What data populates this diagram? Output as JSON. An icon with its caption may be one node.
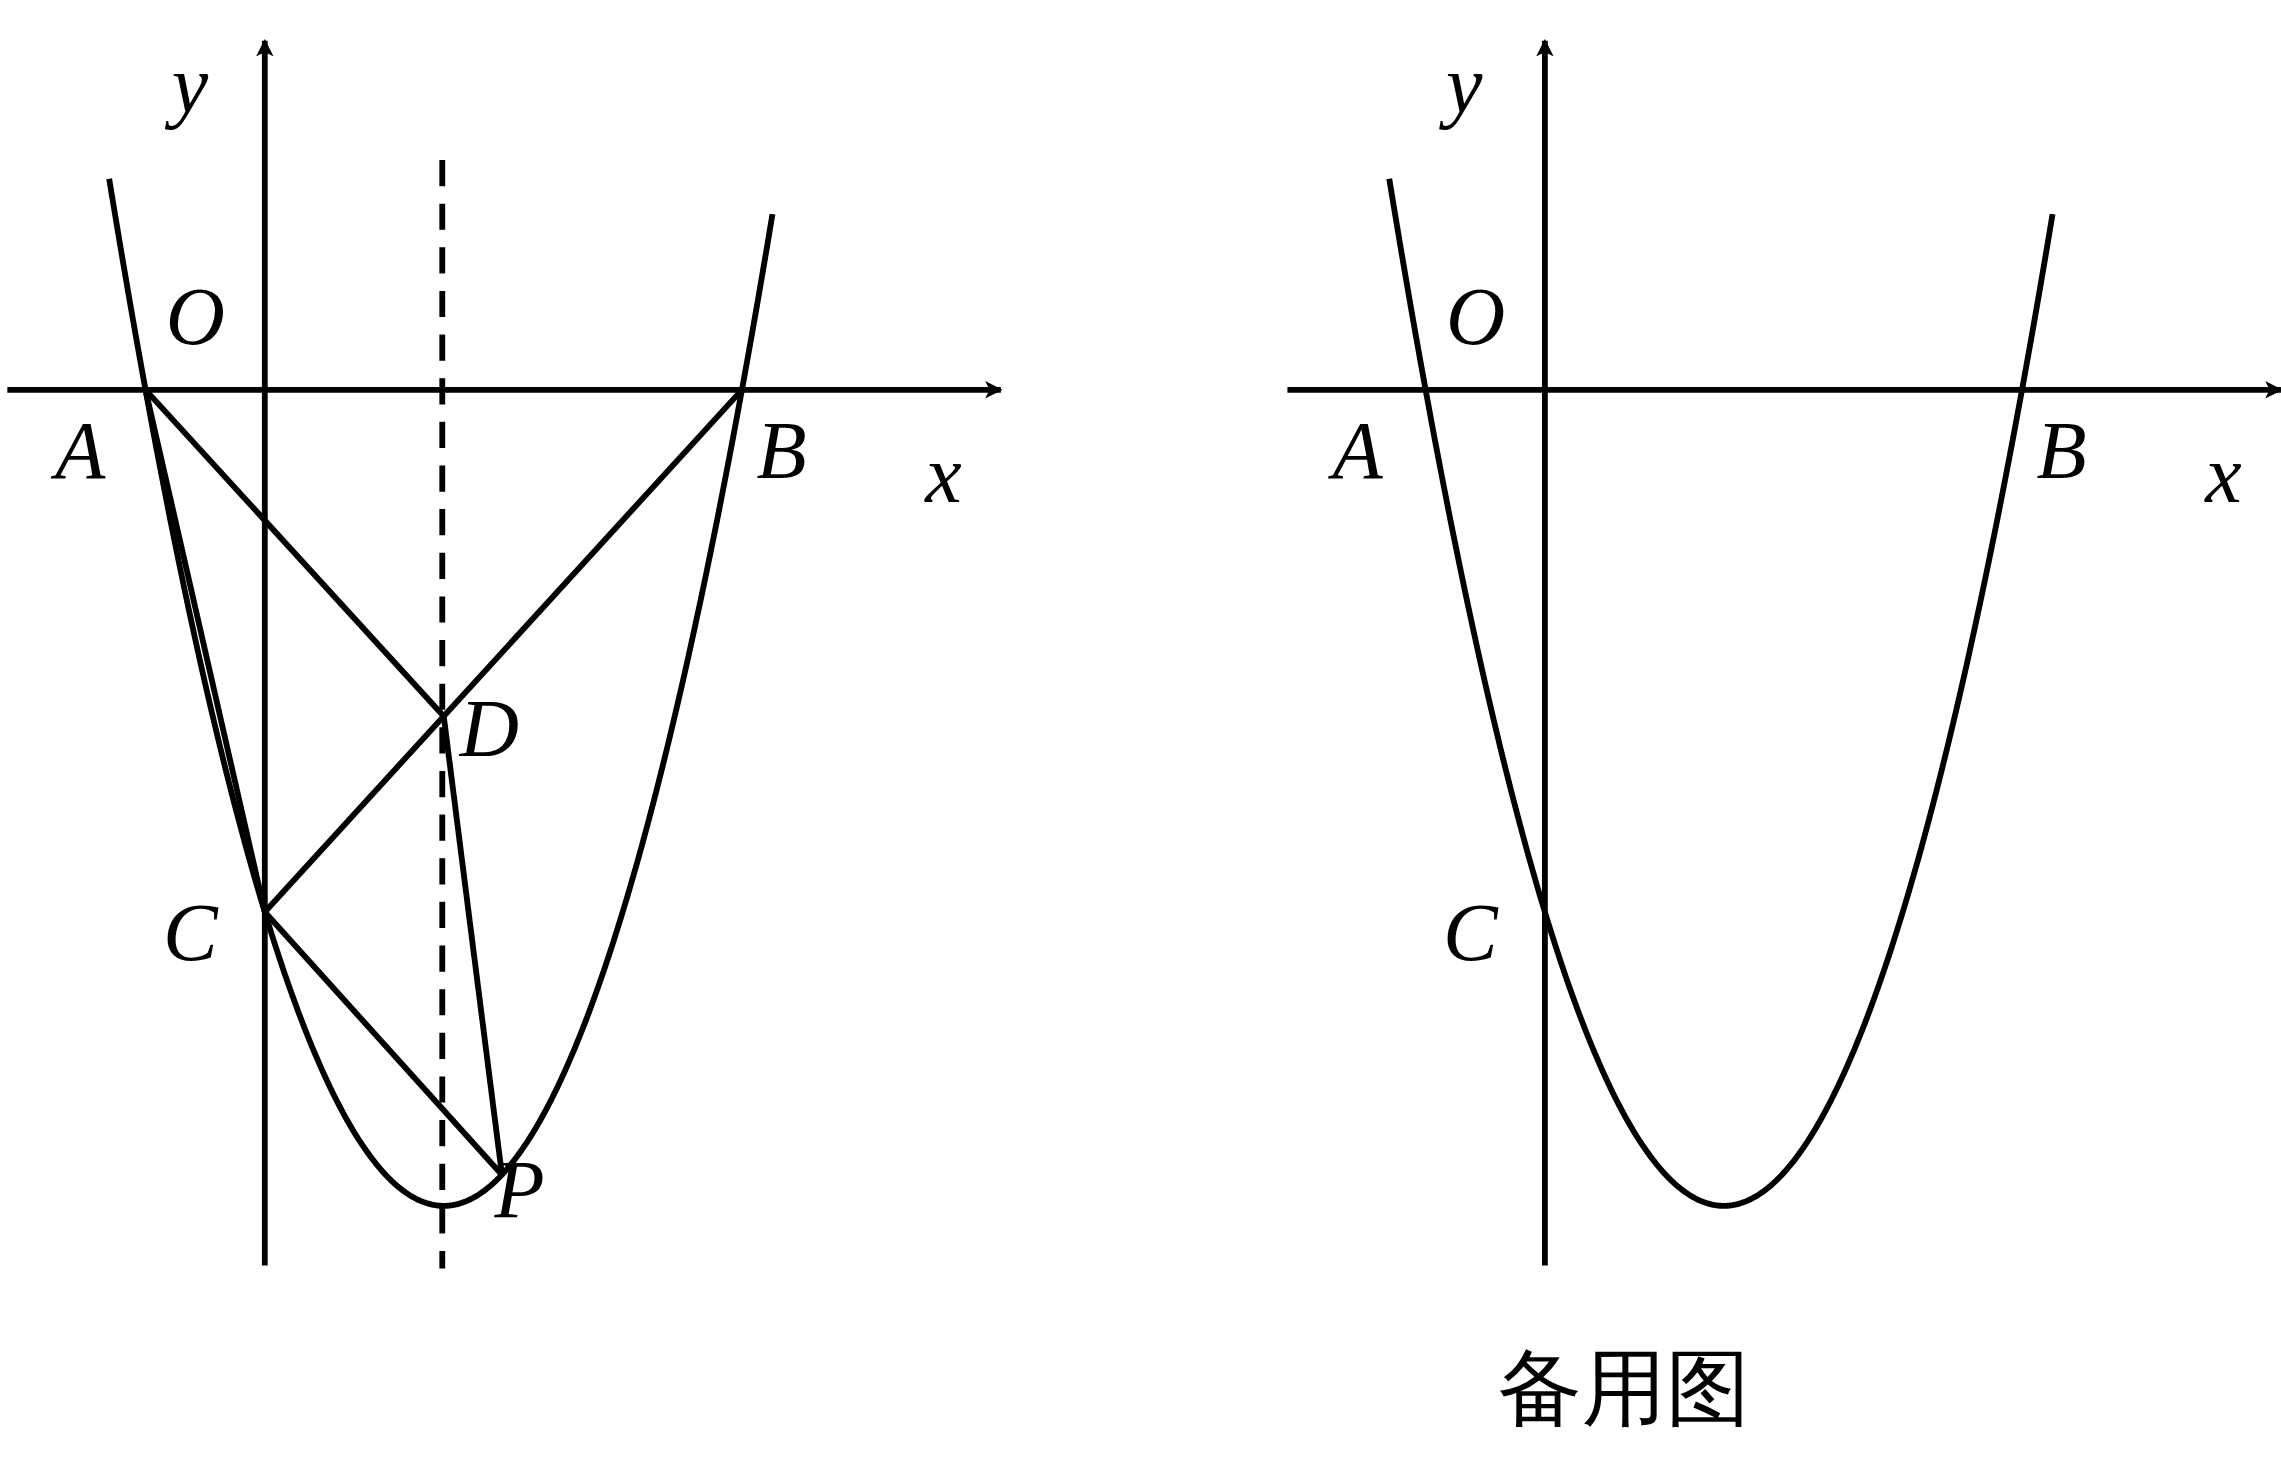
{
  "diagram": {
    "caption": "备用图",
    "nodes": [
      {
        "text": [
          "A"
        ]
      },
      {
        "text": [
          "B"
        ]
      },
      {
        "text": [
          "C"
        ]
      },
      {
        "text": [
          "D"
        ]
      },
      {
        "text": [
          "P"
        ]
      }
    ],
    "edges": [
      {
        "from": 0,
        "to": 2,
        "arrow": "none"
      },
      {
        "from": 0,
        "to": 3,
        "arrow": "none"
      },
      {
        "from": 1,
        "to": 2,
        "arrow": "none"
      },
      {
        "from": 2,
        "to": 4,
        "arrow": "none"
      },
      {
        "from": 3,
        "to": 4,
        "arrow": "none"
      }
    ],
    "labels": [
      "y",
      "O",
      "x",
      "y",
      "O",
      "A",
      "B",
      "x",
      "C"
    ]
  }
}
